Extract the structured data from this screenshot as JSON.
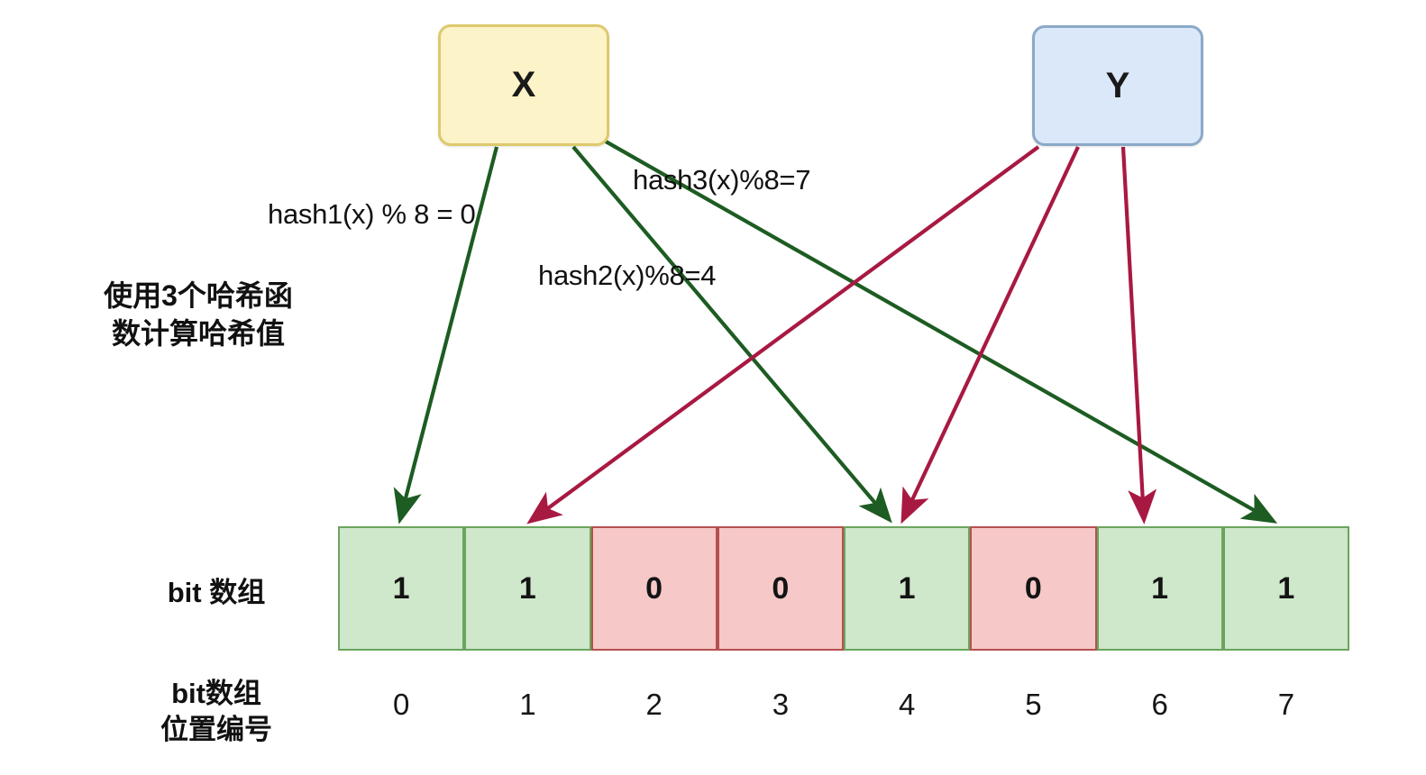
{
  "diagram": {
    "title": "Bloom filter hashing diagram",
    "colors": {
      "green_edge": "#1d5c22",
      "crimson_edge": "#a81942",
      "node_x_fill": "#fdf3c9",
      "node_x_border": "#dec96c",
      "node_y_fill": "#dbe8fa",
      "node_y_border": "#8ba9c9",
      "bit_on_fill": "#cfe7ca",
      "bit_on_border": "#6aa55e",
      "bit_off_fill": "#f6c8c8",
      "bit_off_border": "#b5504f",
      "background": "#ffffff"
    }
  },
  "nodes": {
    "x": {
      "label": "X"
    },
    "y": {
      "label": "Y"
    }
  },
  "edge_labels": {
    "hash1": "hash1(x) % 8 = 0",
    "hash2": "hash2(x)%8=4",
    "hash3": "hash3(x)%8=7"
  },
  "side_note": {
    "line1": "使用3个哈希函",
    "line2": "数计算哈希值"
  },
  "bit_array_label": "bit 数组",
  "index_label": {
    "line1": "bit数组",
    "line2": "位置编号"
  },
  "chart_data": {
    "type": "table",
    "title": "bit 数组",
    "categories": [
      "0",
      "1",
      "2",
      "3",
      "4",
      "5",
      "6",
      "7"
    ],
    "values": [
      1,
      1,
      0,
      0,
      1,
      0,
      1,
      1
    ],
    "xlabel": "bit数组 位置编号",
    "ylabel": "",
    "annotations": [
      "hash1(x) % 8 = 0",
      "hash2(x)%8=4",
      "hash3(x)%8=7"
    ],
    "legend": [
      "X",
      "Y"
    ],
    "edges": [
      {
        "from": "X",
        "to_index": 0,
        "color": "#1d5c22"
      },
      {
        "from": "X",
        "to_index": 4,
        "color": "#1d5c22"
      },
      {
        "from": "X",
        "to_index": 7,
        "color": "#1d5c22"
      },
      {
        "from": "Y",
        "to_index": 1,
        "color": "#a81942"
      },
      {
        "from": "Y",
        "to_index": 4,
        "color": "#a81942"
      },
      {
        "from": "Y",
        "to_index": 6,
        "color": "#a81942"
      }
    ]
  },
  "cells": [
    {
      "value": "1",
      "state": "on",
      "index": "0"
    },
    {
      "value": "1",
      "state": "on",
      "index": "1"
    },
    {
      "value": "0",
      "state": "off",
      "index": "2"
    },
    {
      "value": "0",
      "state": "off",
      "index": "3"
    },
    {
      "value": "1",
      "state": "on",
      "index": "4"
    },
    {
      "value": "0",
      "state": "off",
      "index": "5"
    },
    {
      "value": "1",
      "state": "on",
      "index": "6"
    },
    {
      "value": "1",
      "state": "on",
      "index": "7"
    }
  ]
}
